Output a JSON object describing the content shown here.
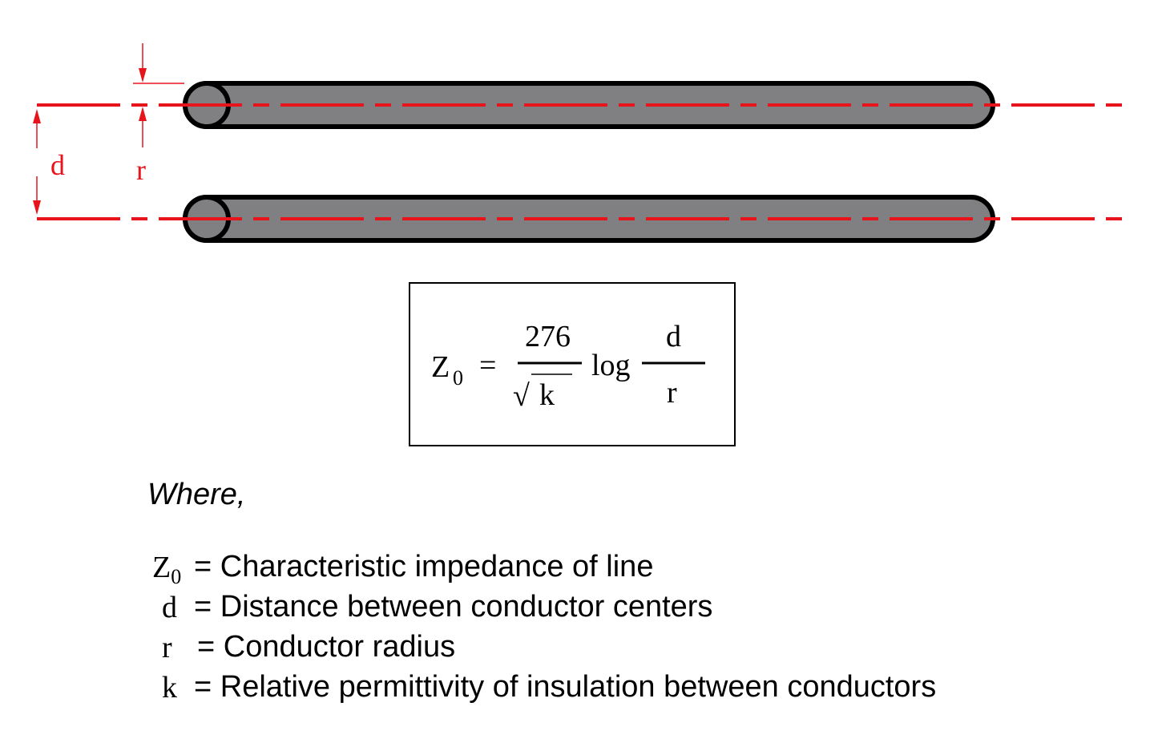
{
  "diagram": {
    "labels": {
      "d": "d",
      "r": "r"
    },
    "formula": {
      "lhs_main": "Z",
      "lhs_sub": "0",
      "equals": "=",
      "numerator": "276",
      "denominator_radical": "√",
      "denominator_var": "k",
      "log": "log",
      "frac2_num": "d",
      "frac2_den": "r"
    },
    "colors": {
      "conductor_fill": "#808083",
      "centerline": "#e8141c",
      "outline": "#000000"
    }
  },
  "where": "Where,",
  "definitions": [
    {
      "symbol": "Z",
      "subscript": "0",
      "text": "= Characteristic impedance of line"
    },
    {
      "symbol": "d",
      "subscript": "",
      "text": "= Distance between conductor centers"
    },
    {
      "symbol": "r",
      "subscript": "",
      "text": "= Conductor radius"
    },
    {
      "symbol": "k",
      "subscript": "",
      "text": "= Relative permittivity of insulation between conductors"
    }
  ]
}
